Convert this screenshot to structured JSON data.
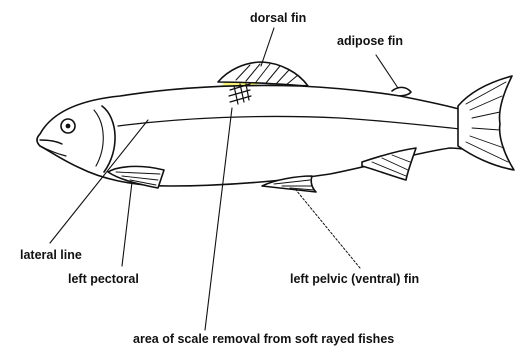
{
  "labels": {
    "dorsal_fin": "dorsal fin",
    "adipose_fin": "adipose fin",
    "lateral_line": "lateral line",
    "left_pectoral": "left pectoral",
    "left_pelvic": "left pelvic (ventral) fin",
    "scale_area": "area of scale removal from soft rayed fishes"
  },
  "colors": {
    "ink": "#111111",
    "highlight": "#f3ef3a"
  }
}
